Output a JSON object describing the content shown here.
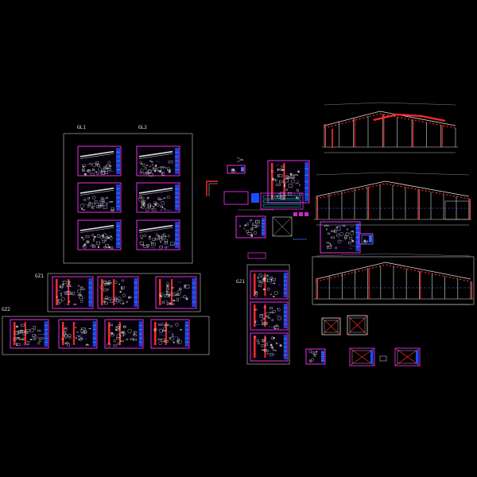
{
  "canvas": {
    "background": "#000000"
  },
  "colors": {
    "frame": "#c8c8c8",
    "sheet_border": "#ff33ff",
    "title_block": "#1a4dff",
    "linework": "#dcdcdc",
    "column": "#ff2a2a",
    "roof": "#ff2a2a",
    "accent_blue": "#3a6bff",
    "accent_cyan": "#33d6ff",
    "accent_yellow": "#ffd633"
  },
  "labels": {
    "group_a_left": "GL1",
    "group_a_right": "GL2",
    "group_b": "GZ1",
    "group_c": "GZ2",
    "group_d": "GJ1"
  }
}
